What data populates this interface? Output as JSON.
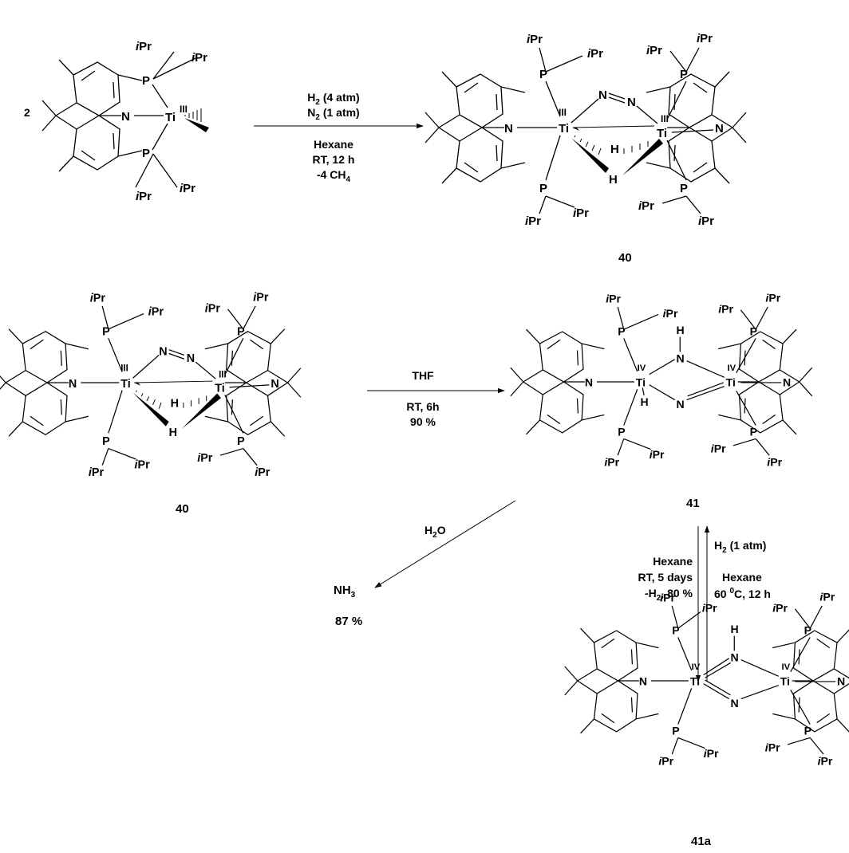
{
  "colors": {
    "ink": "#000000",
    "background": "#ffffff"
  },
  "labels": {
    "N": "N",
    "P": "P",
    "Ti": "Ti",
    "H": "H",
    "iPr_i": "i",
    "iPr_rest": "Pr",
    "ox3": "III",
    "ox4": "IV"
  },
  "reaction1": {
    "reactant_coeff": "2",
    "conditions": [
      {
        "main": "H",
        "sub": "2",
        "rest": " (4 atm)"
      },
      {
        "main": "N",
        "sub": "2",
        "rest": " (1 atm)"
      },
      {
        "main": "Hexane",
        "sub": "",
        "rest": ""
      },
      {
        "main": "RT, 12 h",
        "sub": "",
        "rest": ""
      },
      {
        "main": "-4 CH",
        "sub": "4",
        "rest": ""
      }
    ],
    "product": "40"
  },
  "reaction2": {
    "reactant": "40",
    "conditions": [
      "THF",
      "RT, 6h",
      "90 %"
    ],
    "product": "41"
  },
  "reaction3": {
    "reagent": {
      "main": "H",
      "sub": "2",
      "rest": "O"
    },
    "product": {
      "main": "NH",
      "sub": "3",
      "rest": ""
    },
    "yield": "87 %"
  },
  "reaction4": {
    "forward": [
      {
        "main": "Hexane",
        "sub": "",
        "rest": ""
      },
      {
        "main": "RT, 5 days",
        "sub": "",
        "rest": ""
      },
      {
        "main": "-H",
        "sub": "2",
        "rest": ", 80 %"
      }
    ],
    "reverse": [
      {
        "main": "H",
        "sub": "2",
        "rest": " (1 atm)"
      },
      {
        "main": "Hexane",
        "sub": "",
        "rest": ""
      },
      {
        "main": "60 ",
        "sup": "0",
        "rest": "C, 12 h"
      }
    ],
    "product": "41a"
  }
}
